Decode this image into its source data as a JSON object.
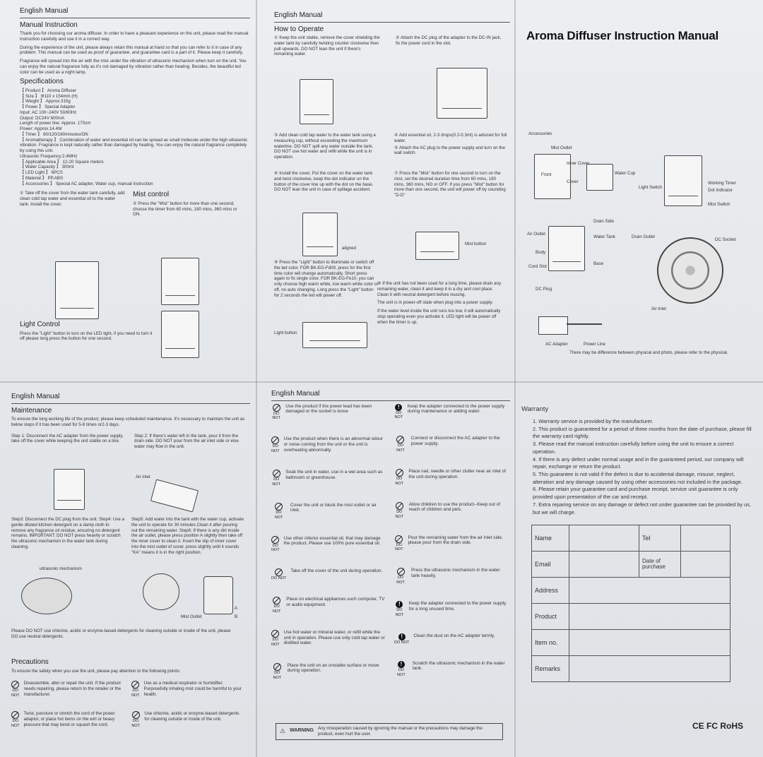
{
  "panels": {
    "p1": {
      "header": "English Manual",
      "manual_title": "Manual Instruction",
      "intro1": "Thank you for choosing our aroma diffuser. In order to have a pleasant experience on the unit, please read the manual instruction carefully and use it in a correct way.",
      "intro2": "During the experience of the unit, please always retain this manual at hand so that you can refer to it in case of any problem. This manual can be used as proof of guarantee, and guarantee card is a part of it. Please keep it carefully.",
      "intro3": "Fragrance will spread into the air with the mist under the vibration of ultrasonic mechanism when turn on the unit. You can enjoy the natural fragrance fully as it's not damaged by vibration rather than heating. Besides, the beautiful led color can be used as a night lamp.",
      "spec_title": "Specifications",
      "specs": [
        "【 Product 】 Aroma Diffuser",
        "【 Size 】 Φ110 x 154mm (H)",
        "【 Weight 】 Approx.315g",
        "【 Power 】 Special Adapter",
        "Input: AC 100~240V 50/60Hz",
        "Output: DC24V 600mA",
        "Length of power line: Approx. 170cm",
        "Power: Approx.14.4W",
        "【 Timer 】 60/120/180minutes/ON",
        "【 Aromatherapy 】 Combination of water and essential oil can be spread as small molecule under the high ultrasonic vibration. Fragrance is kept naturally rather than damaged by heating. You can enjoy the natural fragrance completely by using this unit.",
        "Ultrasonic Frequency:2.4MHz",
        "【 Applicable Area 】 12-20 Square meters",
        "【 Water Capacity 】 300ml",
        "【 LED Light 】 6PCS",
        "【 Material 】 PP,ABS",
        "【 Accessories 】 Special AC adapter, Water cup, manual instruction"
      ],
      "step1": "① Take off the cover from the water tank carefully, add clean cold tap water and essential oil to the water tank. Install the cover.",
      "mist_title": "Mist control",
      "mist_text": "② Press the \"Mist\" button for more than one second, choose the timer from 60 mins, 180 mins, 360 mins or ON.",
      "light_title": "Light Control",
      "light_text": "Press the \"Light\" button to turn on the LED light, if you need to turn it off please long press the button for one second."
    },
    "p2": {
      "header": "English Manual",
      "how_title": "How to Operate",
      "s1": "① Keep the unit stable, remove the cover shielding the water tank by carefully twisting counter clockwise then pull upwards. DO NOT lean the unit if there's remaining water.",
      "s2": "② Attach the DC plug of the adapter to the DC-IN jack, fix the power cord in the slot.",
      "s3": "③ Add clean cold tap water to the water tank using a measuring cup, without exceeding the maximum waterline. DO NOT spill any water outside the tank, DO NOT use hot water and refill while the unit is in operation.",
      "s4": "④ Add essential oil, 2-3 drops(0.2-0.3ml) is adviced for full water.",
      "s5": "⑤ Attach the AC plug to the power supply and turn on the wall switch.",
      "s6": "⑥ Install the cover, Put the cover on the water tank and twist clockwise, keep the dot indicator on the button of the cover line up with the dot on the base, DO NOT lean the unit in case of spillage accident.",
      "s7": "⑦ Press the \"Mist\" button for one second to turn on the mist, set the desired duration time from 60 mins, 180 mins, 360 mins, NO or OFF. If you press \"Mist\" button for more than one second, the unit will power off by sounding \"D-D\"",
      "aligned": "aligned",
      "mist_button": "Mist button",
      "s8": "⑧ Press the \"Light\" button to illuminate or switch off the led color. FOR BK-EG-Fd09, press for the first time color will change automatically. Short press again to fix single color. FOR BK-EG-Fe10, you can only choose high warm white, low warm white color or off, no auto changing. Long press the \"Light\" button for 2 seconds the led will power off.",
      "s9a": "⑨ If the unit has not been used for a long time, please drain any remaining water, clean it and keep it in a dry and cool place. Clean it with neutral detergent before reusing.",
      "s9b": "The unit is in power-off state when plug into a power supply.",
      "s9c": "If the water level inside the unit runs too low, it will automatically stop operating even you activate it. LED light will be power off when the timer is up.",
      "light_button": "Light button"
    },
    "p3": {
      "title": "Aroma Diffuser Instruction Manual",
      "accessories": "Accessories",
      "labels": {
        "mist_outlet": "Mist Outlet",
        "inner_cover": "Inner Cover",
        "front": "Front",
        "cover": "Cover",
        "water_cup": "Water Cup",
        "light_switch": "Light Switch",
        "working_timer": "Working Timer",
        "dot_indicator": "Dot Indicator",
        "mist_switch": "Mist Switch",
        "drain_side": "Drain Side",
        "air_outlet": "Air Outlet",
        "water_tank": "Water Tank",
        "drain_outlet": "Drain Outlet",
        "dc_socket": "DC Socket",
        "body": "Body",
        "cord_slot": "Cord Slot",
        "base": "Base",
        "air_inlet": "Air Inlet",
        "dc_plug": "DC Plug",
        "ac_adapter": "AC Adapter",
        "power_line": "Power Line"
      },
      "note": "There may be difference between physical and photo, please refer to the physical."
    },
    "p4": {
      "header": "English Manual",
      "maint_title": "Maintenance",
      "maint_intro": "To ensure the long working life of the product, please keep scheduled maintenance. It's necessary to maintain the unit as below steps if it has been used for 5-6 times or2-3 days.",
      "step1": "Step 1: Disconnect the AC adapter from the power supply, take off the cover while keeping the unit stable on a line.",
      "step2": "Step 2: If there's water left in the tank, pour it from the drain side. DO NOT pour from the air inlet side or else water may flow in the unit.",
      "air_inlet": "Air inlet",
      "step3": "Step3: Disconnect the DC plug from the unit. Step4: Use a gentle diluted kitchen detergent on a damp cloth to remove any fragrance oil residue, ensuring no detergent remains. IMPORTANT: DO NOT press heavily or scratch the ultrasonic mechanism in the water tank during cleaning.",
      "step5": "Step5: Add water into the tank with the water cup, activate the unit to operate for 30 minutes Clean it after pouring out the remaining water. Step6: If there is any dirt inside the air outlet, please press position A slightly then take off the inner cover to clean it. Insert the slip of inner cover into the mist outlet of cover, press slightly until it sounds \"KA\" means it is in the right position.",
      "ultrasonic": "ultrasonic mechanism",
      "mist_outlet": "Mist Outlet",
      "lbl_a": "A",
      "lbl_b": "B",
      "warning_text": "Please DO NOT use chlorine, acidic or enzyme-based detergents for cleaning outside or inside of the unit, please DO use neutral detergents.",
      "prec_title": "Precautions",
      "prec_intro": "To ensure the safety when you use the unit, please pay attention to the following points:",
      "prec": [
        "Disassemble, alter or repair the unit. If the product needs repairing, please return to the retailer or the manufacturer.",
        "Use as a medical respirator or humidifier. Purposefully inhaling mist could be harmful to your health.",
        "Twist, puncture or stretch the cord of the power adaptor, or place hot items on the wirt or heavy pressure that may bend or squash the cord.",
        "Use chlorine, acidic or enzyme-based detergents for cleaning outside or inside of the unit."
      ],
      "do_not": "DO NOT"
    },
    "p5": {
      "header": "English Manual",
      "rules_left": [
        "Use the product if the power lead has been damaged or the socket is loose",
        "Use the product when there is an abnormal odour or noise coming from the unit or the unit is overheating abnormally.",
        "Soak the unit in water, use in a wet area such as bathroom or greenhouse.",
        "Cover the unit or block the mist outlet or air inlet.",
        "Use other inferior essential oil, that may damage the product. Please use 100% pure essential oil.",
        "Take off the cover of the unit during operation.",
        "Place on electrical appliances such computer, TV or audio equipment.",
        "Use hot water or mineral water, or refill while the unit in operation. Please use only cold tap water or distilled water.",
        "Place the unit on an unstable surface or move during operation."
      ],
      "rules_right": [
        "Keep the adapter connected to the power supply during maintenance or adding water.",
        "Connect or disconnect the AC adapter to the power supply.",
        "Place nail, needle or other clutter near air inlet of the unit during operation.",
        "Allow children to use the product--Keep out of reach of children and pets.",
        "Pour the remaining water from the air inlet side, please pour from the drain side.",
        "Press the ultrasonic mechanism in the water tank heavily.",
        "Keep the adapter connected to the power supply for a long unused time.",
        "Clean the dust on the AC adapter termly.",
        "Scratch the ultrasonic mechanism in the water tank."
      ],
      "do_not": "DO NOT",
      "warning_label": "WARNING",
      "warning_text": "Any misoperation caused by ignoring the manual or the precautions may damage the product, even hurt the user."
    },
    "p6": {
      "warranty_title": "Warranty",
      "items": [
        "1. Warranty service is provided by the manufacturer.",
        "2. This product is guaranteed for a period of three months from the date of purchase, please fill the warranty card rightly.",
        "3. Please read the manual instruction carefully before using the unit to ensure a correct operation.",
        "4. If there is any defect under normal usage and in the guaranteed period, our company will repair, exchange or return the product.",
        "5. This guarantee is not valid if the defect is due to accidental damage, misuse, neglect, alteration and any damage caused by using other accessories not included in the package.",
        "6. Please retain your guarantee card and purchase receipt, service unit guarantee is only provided upon presentation of the car and receipt.",
        "7. Extra reparing service on any damage or defect not under guarantee can be provided by us, but we will charge."
      ],
      "form": {
        "name": "Name",
        "tel": "Tel",
        "email": "Email",
        "date": "Date of purchase",
        "address": "Address",
        "product": "Product",
        "item": "Item no.",
        "remarks": "Remarks"
      },
      "marks": "CE FC RoHS"
    }
  }
}
